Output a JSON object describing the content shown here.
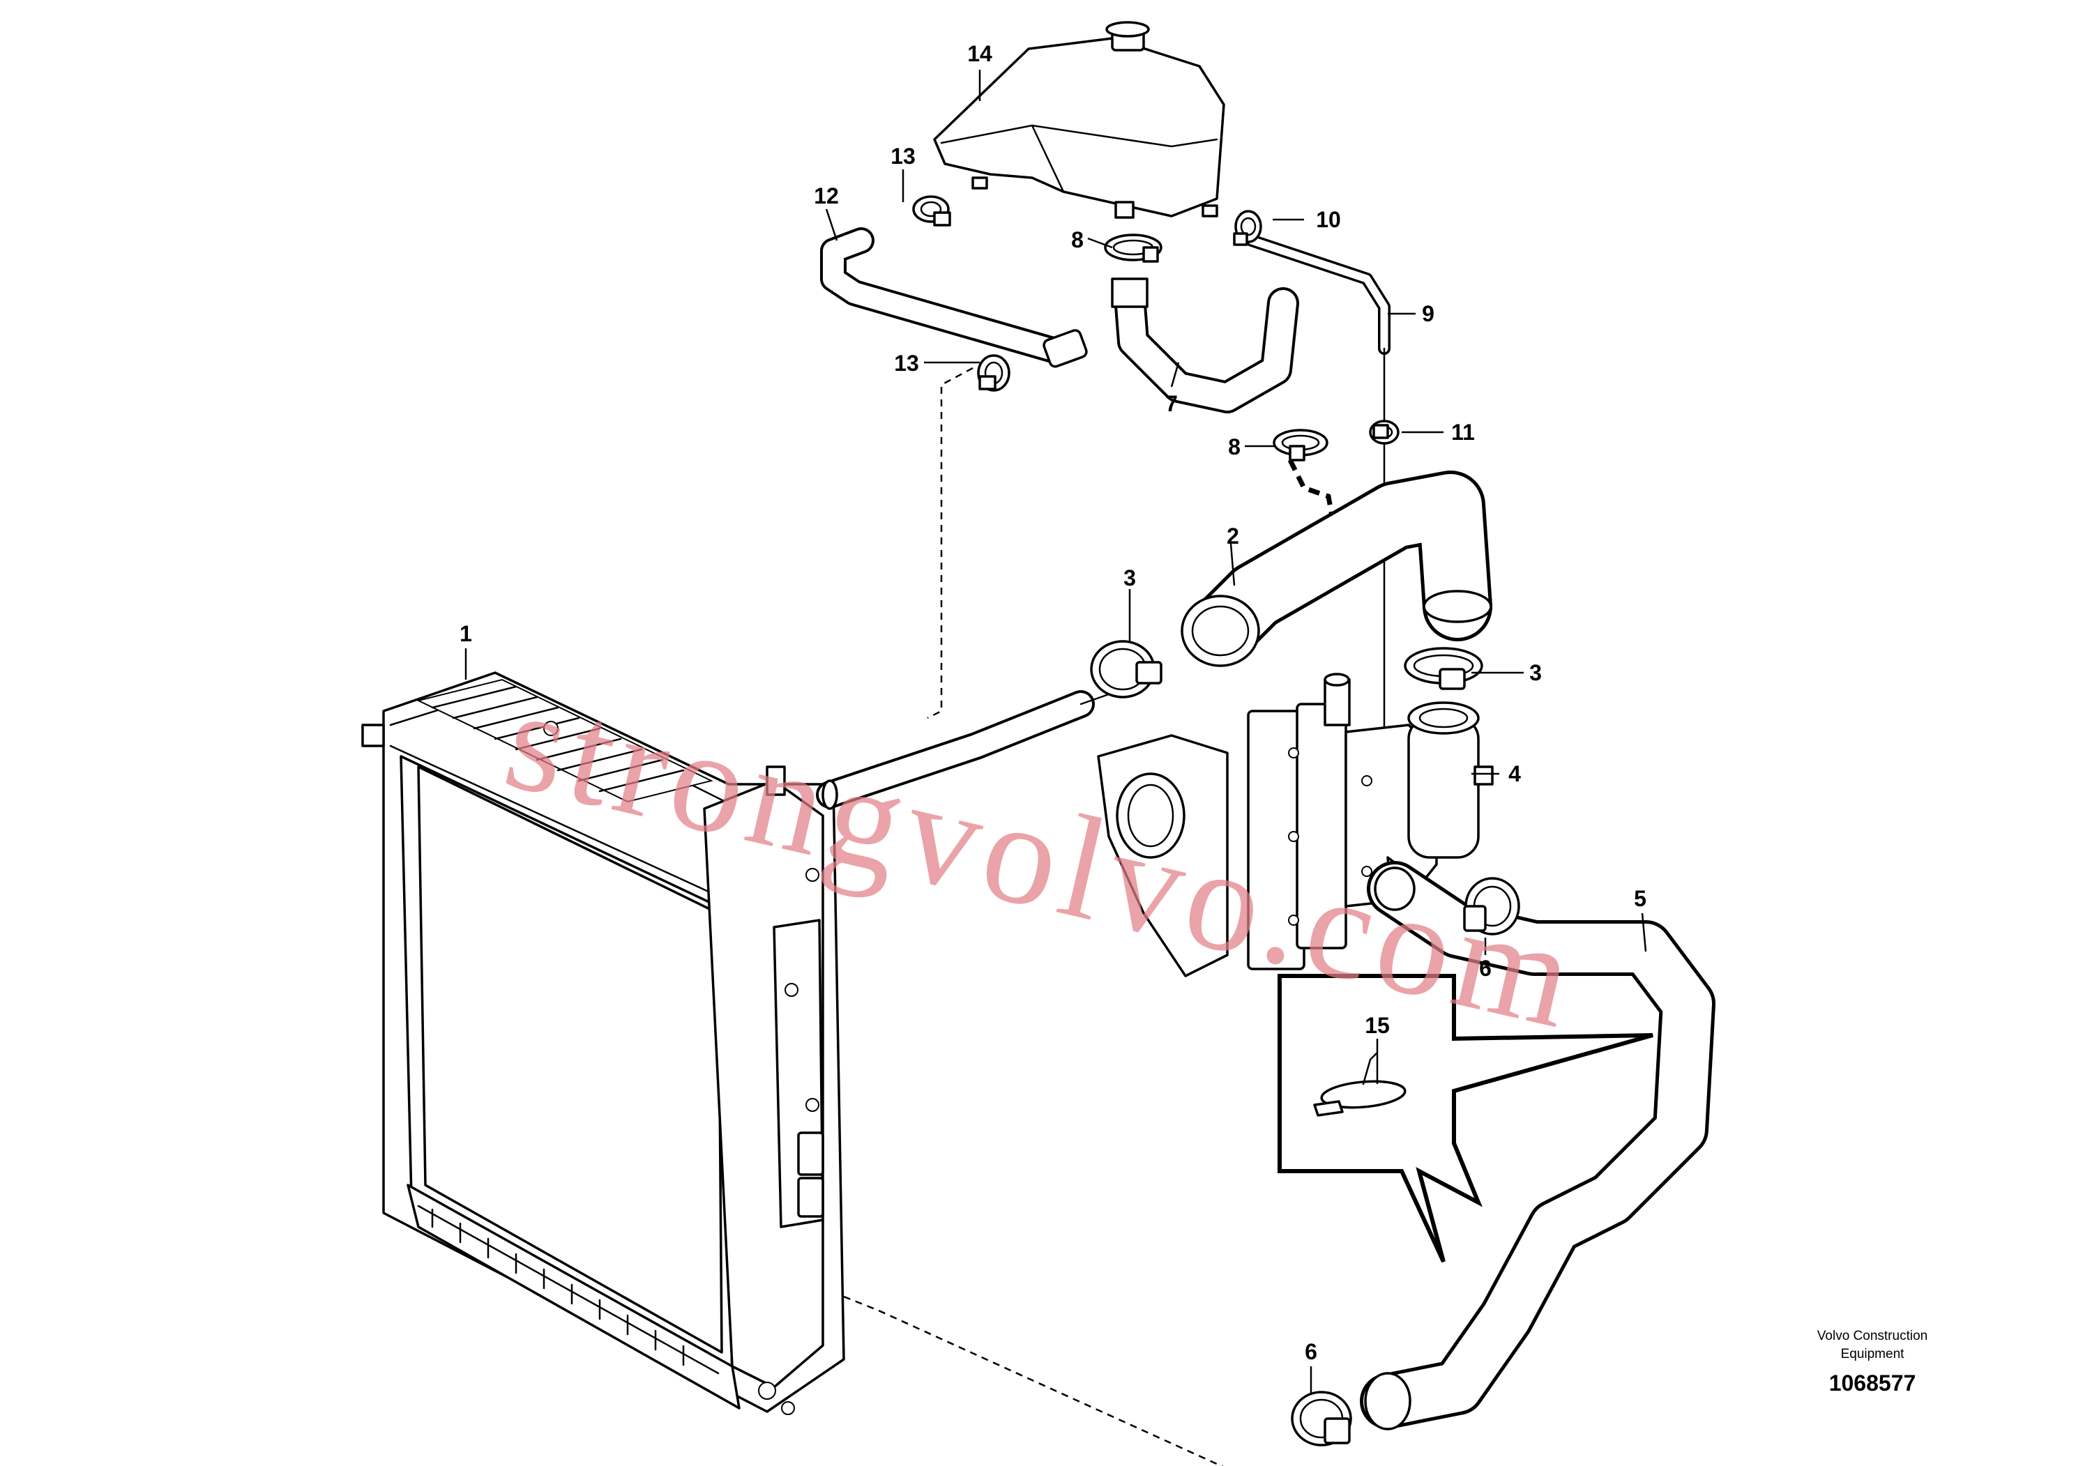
{
  "diagram": {
    "callouts": [
      {
        "id": "c1",
        "text": "1"
      },
      {
        "id": "c2",
        "text": "2"
      },
      {
        "id": "c3a",
        "text": "3"
      },
      {
        "id": "c3b",
        "text": "3"
      },
      {
        "id": "c4",
        "text": "4"
      },
      {
        "id": "c5",
        "text": "5"
      },
      {
        "id": "c6a",
        "text": "6"
      },
      {
        "id": "c6b",
        "text": "6"
      },
      {
        "id": "c7",
        "text": "7"
      },
      {
        "id": "c8a",
        "text": "8"
      },
      {
        "id": "c8b",
        "text": "8"
      },
      {
        "id": "c9",
        "text": "9"
      },
      {
        "id": "c10",
        "text": "10"
      },
      {
        "id": "c11",
        "text": "11"
      },
      {
        "id": "c12",
        "text": "12"
      },
      {
        "id": "c13a",
        "text": "13"
      },
      {
        "id": "c13b",
        "text": "13"
      },
      {
        "id": "c14",
        "text": "14"
      },
      {
        "id": "c15",
        "text": "15"
      }
    ],
    "credit_line1": "Volvo Construction",
    "credit_line2": "Equipment",
    "reference_number": "1068577",
    "watermark": "strongvolvo.com"
  }
}
